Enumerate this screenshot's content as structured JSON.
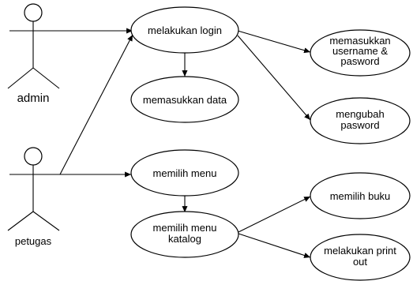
{
  "actors": [
    {
      "id": "admin",
      "label": "admin"
    },
    {
      "id": "petugas",
      "label": "petugas"
    }
  ],
  "use_cases": [
    {
      "id": "login",
      "lines": [
        "melakukan login"
      ]
    },
    {
      "id": "data",
      "lines": [
        "memasukkan data"
      ]
    },
    {
      "id": "userpass",
      "lines": [
        "memasukkan",
        "username &",
        "pasword"
      ]
    },
    {
      "id": "ubah",
      "lines": [
        "mengubah",
        "pasword"
      ]
    },
    {
      "id": "menu",
      "lines": [
        "memilih menu"
      ]
    },
    {
      "id": "katalog",
      "lines": [
        "memilih menu",
        "katalog"
      ]
    },
    {
      "id": "buku",
      "lines": [
        "memilih buku"
      ]
    },
    {
      "id": "print",
      "lines": [
        "melakukan print",
        "out"
      ]
    }
  ]
}
